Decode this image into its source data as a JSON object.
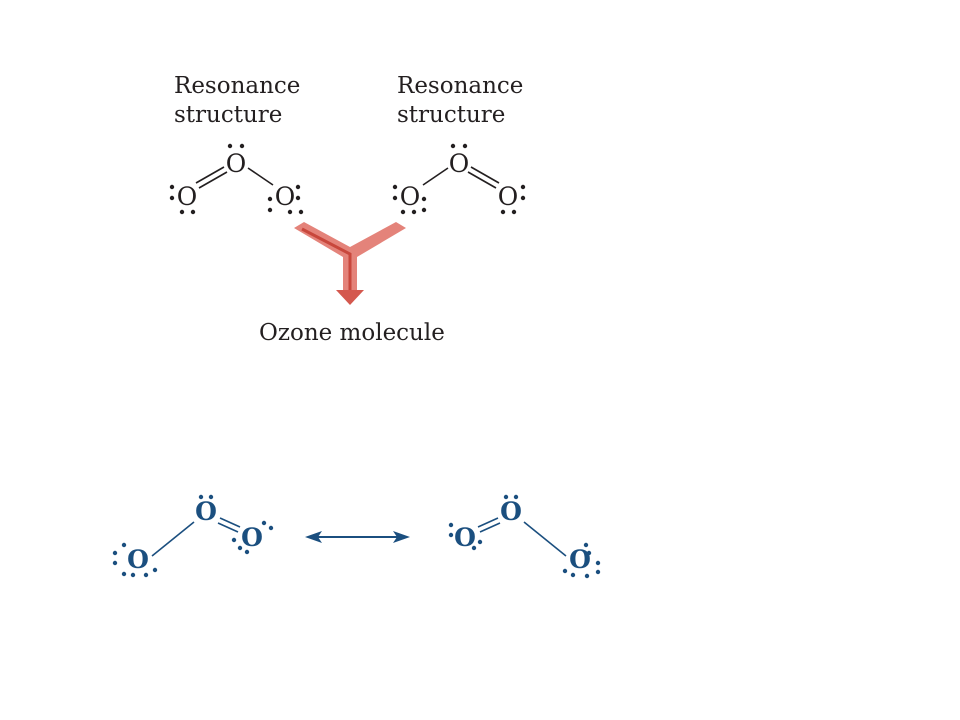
{
  "top_figure": {
    "left_caption": [
      "Resonance",
      "structure"
    ],
    "right_caption": [
      "Resonance",
      "structure"
    ],
    "result_label": "Ozone molecule",
    "atom_symbol": "O",
    "arrow_color": "#e4837a",
    "arrow_dark_color": "#c8473c",
    "text_color": "#231f20"
  },
  "bottom_figure": {
    "atom_symbol": "O",
    "color": "#1b4f7f",
    "resonance_arrow": "double-headed-arrow"
  }
}
